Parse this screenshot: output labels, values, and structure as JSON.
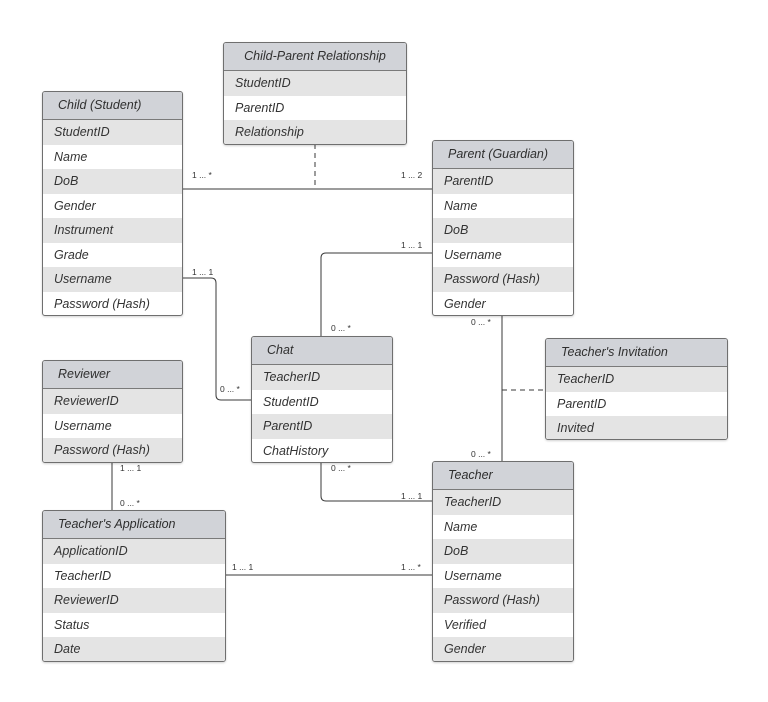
{
  "entities": {
    "child_parent_relationship": {
      "title": "Child-Parent Relationship",
      "attributes": [
        "StudentID",
        "ParentID",
        "Relationship"
      ]
    },
    "child": {
      "title": "Child (Student)",
      "attributes": [
        "StudentID",
        "Name",
        "DoB",
        "Gender",
        "Instrument",
        "Grade",
        "Username",
        "Password (Hash)"
      ]
    },
    "parent": {
      "title": "Parent (Guardian)",
      "attributes": [
        "ParentID",
        "Name",
        "DoB",
        "Username",
        "Password (Hash)",
        "Gender"
      ]
    },
    "chat": {
      "title": "Chat",
      "attributes": [
        "TeacherID",
        "StudentID",
        "ParentID",
        "ChatHistory"
      ]
    },
    "reviewer": {
      "title": "Reviewer",
      "attributes": [
        "ReviewerID",
        "Username",
        "Password (Hash)"
      ]
    },
    "teachers_invitation": {
      "title": "Teacher's Invitation",
      "attributes": [
        "TeacherID",
        "ParentID",
        "Invited"
      ]
    },
    "teachers_application": {
      "title": "Teacher's Application",
      "attributes": [
        "ApplicationID",
        "TeacherID",
        "ReviewerID",
        "Status",
        "Date"
      ]
    },
    "teacher": {
      "title": "Teacher",
      "attributes": [
        "TeacherID",
        "Name",
        "DoB",
        "Username",
        "Password (Hash)",
        "Verified",
        "Gender"
      ]
    }
  },
  "multiplicities": {
    "child_parent_child_end": "1 ... *",
    "child_parent_parent_end": "1 ... 2",
    "child_chat_child_end": "1 ... 1",
    "child_chat_chat_end": "0 ... *",
    "parent_chat_parent_end": "1 ... 1",
    "parent_chat_chat_end": "0 ... *",
    "parent_teacher_parent_end": "0 ... *",
    "parent_teacher_teacher_end": "0 ... *",
    "chat_teacher_chat_end": "0 ... *",
    "chat_teacher_teacher_end": "1 ... 1",
    "reviewer_application_reviewer_end": "1 ... 1",
    "reviewer_application_application_end": "0 ... *",
    "application_teacher_application_end": "1 ... 1",
    "application_teacher_teacher_end": "1 ... *"
  },
  "colors": {
    "header_fill": "#d1d3d8",
    "row_stripe": "#e4e4e4",
    "line": "#3a3a3a",
    "border": "#6f6f6f"
  }
}
